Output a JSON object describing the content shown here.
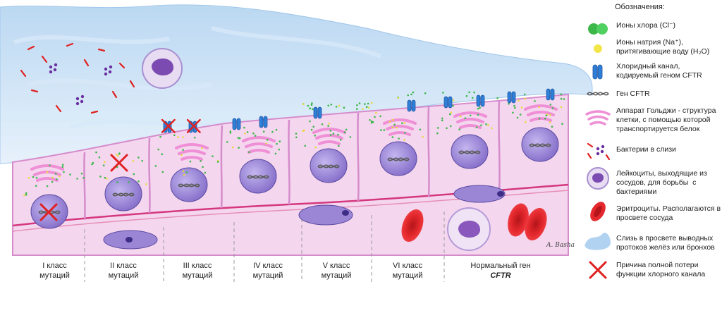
{
  "columns": [
    {
      "line1": "I класс",
      "line2": "мутаций"
    },
    {
      "line1": "II класс",
      "line2": "мутаций"
    },
    {
      "line1": "III класс",
      "line2": "мутаций"
    },
    {
      "line1": "IV класс",
      "line2": "мутаций"
    },
    {
      "line1": "V класс",
      "line2": "мутаций"
    },
    {
      "line1": "VI класс",
      "line2": "мутаций"
    },
    {
      "line1": "Нормальный ген",
      "line2": "CFTR"
    }
  ],
  "legend": {
    "title": "Обозначения:",
    "items": [
      {
        "icon": "chloride-ions-icon",
        "text": "Ионы хлора (Cl⁻)"
      },
      {
        "icon": "sodium-ions-icon",
        "text": "Ионы натрия (Na⁺),\nпритягивающие воду (H₂O)"
      },
      {
        "icon": "chloride-channel-icon",
        "text": "Хлоридный канал,\nкодируемый геном CFTR"
      },
      {
        "icon": "dna-icon",
        "text": "Ген CFTR"
      },
      {
        "icon": "golgi-icon",
        "text": "Аппарат Гольджи - структура\nклетки, с помощью которой\nтранспортируется белок"
      },
      {
        "icon": "bacteria-icon",
        "text": "Бактерии в слизи"
      },
      {
        "icon": "leukocyte-icon",
        "text": "Лейкоциты, выходящие из\nсосудов, для борьбы  с\nбактериями"
      },
      {
        "icon": "erythrocyte-icon",
        "text": "Эритроциты. Располагаются в\nпросвете сосуда"
      },
      {
        "icon": "mucus-icon",
        "text": "Слизь в просвете выводных\nпротоков желёз или бронхов"
      },
      {
        "icon": "cross-icon",
        "text": "Причина полной потери\nфункции хлорного канала"
      }
    ]
  },
  "signature": "A. Basha",
  "colors": {
    "cell_fill": "#f5d6ef",
    "cell_border": "#d58ccb",
    "nucleus": "#9b86d6",
    "mucus": "#a9cdee",
    "golgi": "#ef8fd6",
    "channel": "#2f7fd8",
    "chloride": "#3cb84a",
    "sodium": "#f2e64a",
    "erythrocyte": "#e0262b",
    "cross": "#e02020"
  }
}
